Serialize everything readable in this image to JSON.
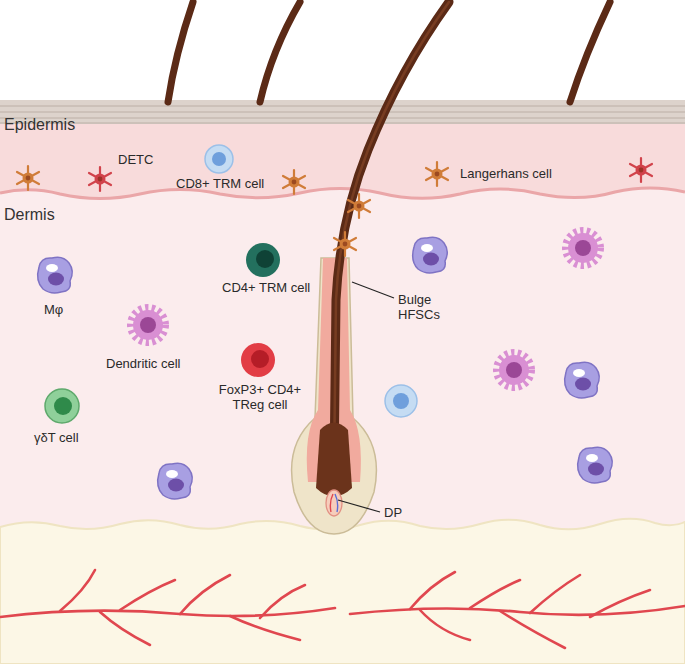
{
  "diagram": {
    "labels": [
      "Epidermis",
      "DETC",
      "CD8+ TRM cell",
      "Langerhans cell",
      "Dermis",
      "CD4+ TRM cell",
      "Mφ",
      "Bulge HFSCs",
      "Dendritic cell",
      "FoxP3+ CD4+ TReg cell",
      "γδT cell",
      "DP"
    ]
  }
}
